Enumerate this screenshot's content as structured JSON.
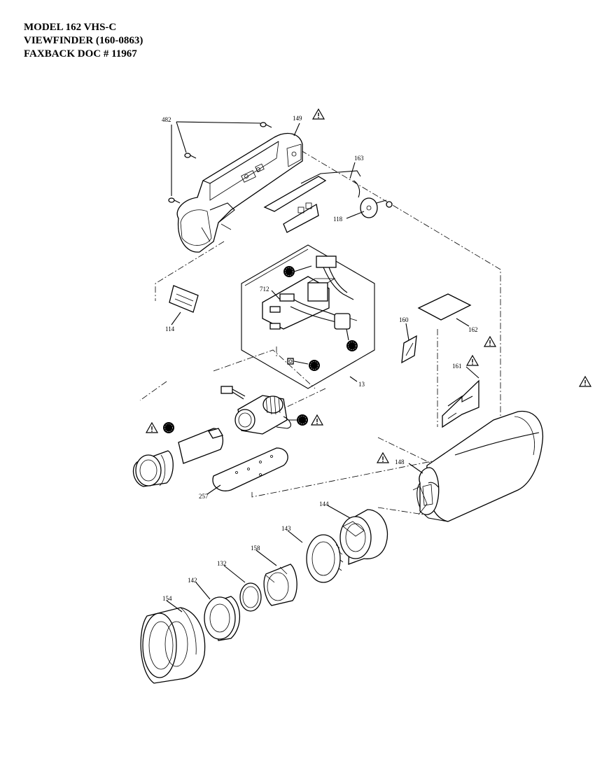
{
  "header": {
    "line1": "MODEL 162 VHS-C",
    "line2": "VIEWFINDER  (160-0863)",
    "line3": "FAXBACK DOC # 11967"
  },
  "callouts": {
    "c482": "482",
    "c149": "149",
    "c163": "163",
    "c118": "118",
    "c114": "114",
    "c712": "712",
    "c160": "160",
    "c162": "162",
    "c161": "161",
    "c13": "13",
    "c148": "148",
    "c257": "257",
    "c144": "144",
    "c143": "143",
    "c158": "158",
    "c132": "132",
    "c142": "142",
    "c154": "154"
  },
  "icons": {
    "warning": "warning-triangle-icon",
    "non_replaceable": "filled-dot-icon"
  }
}
